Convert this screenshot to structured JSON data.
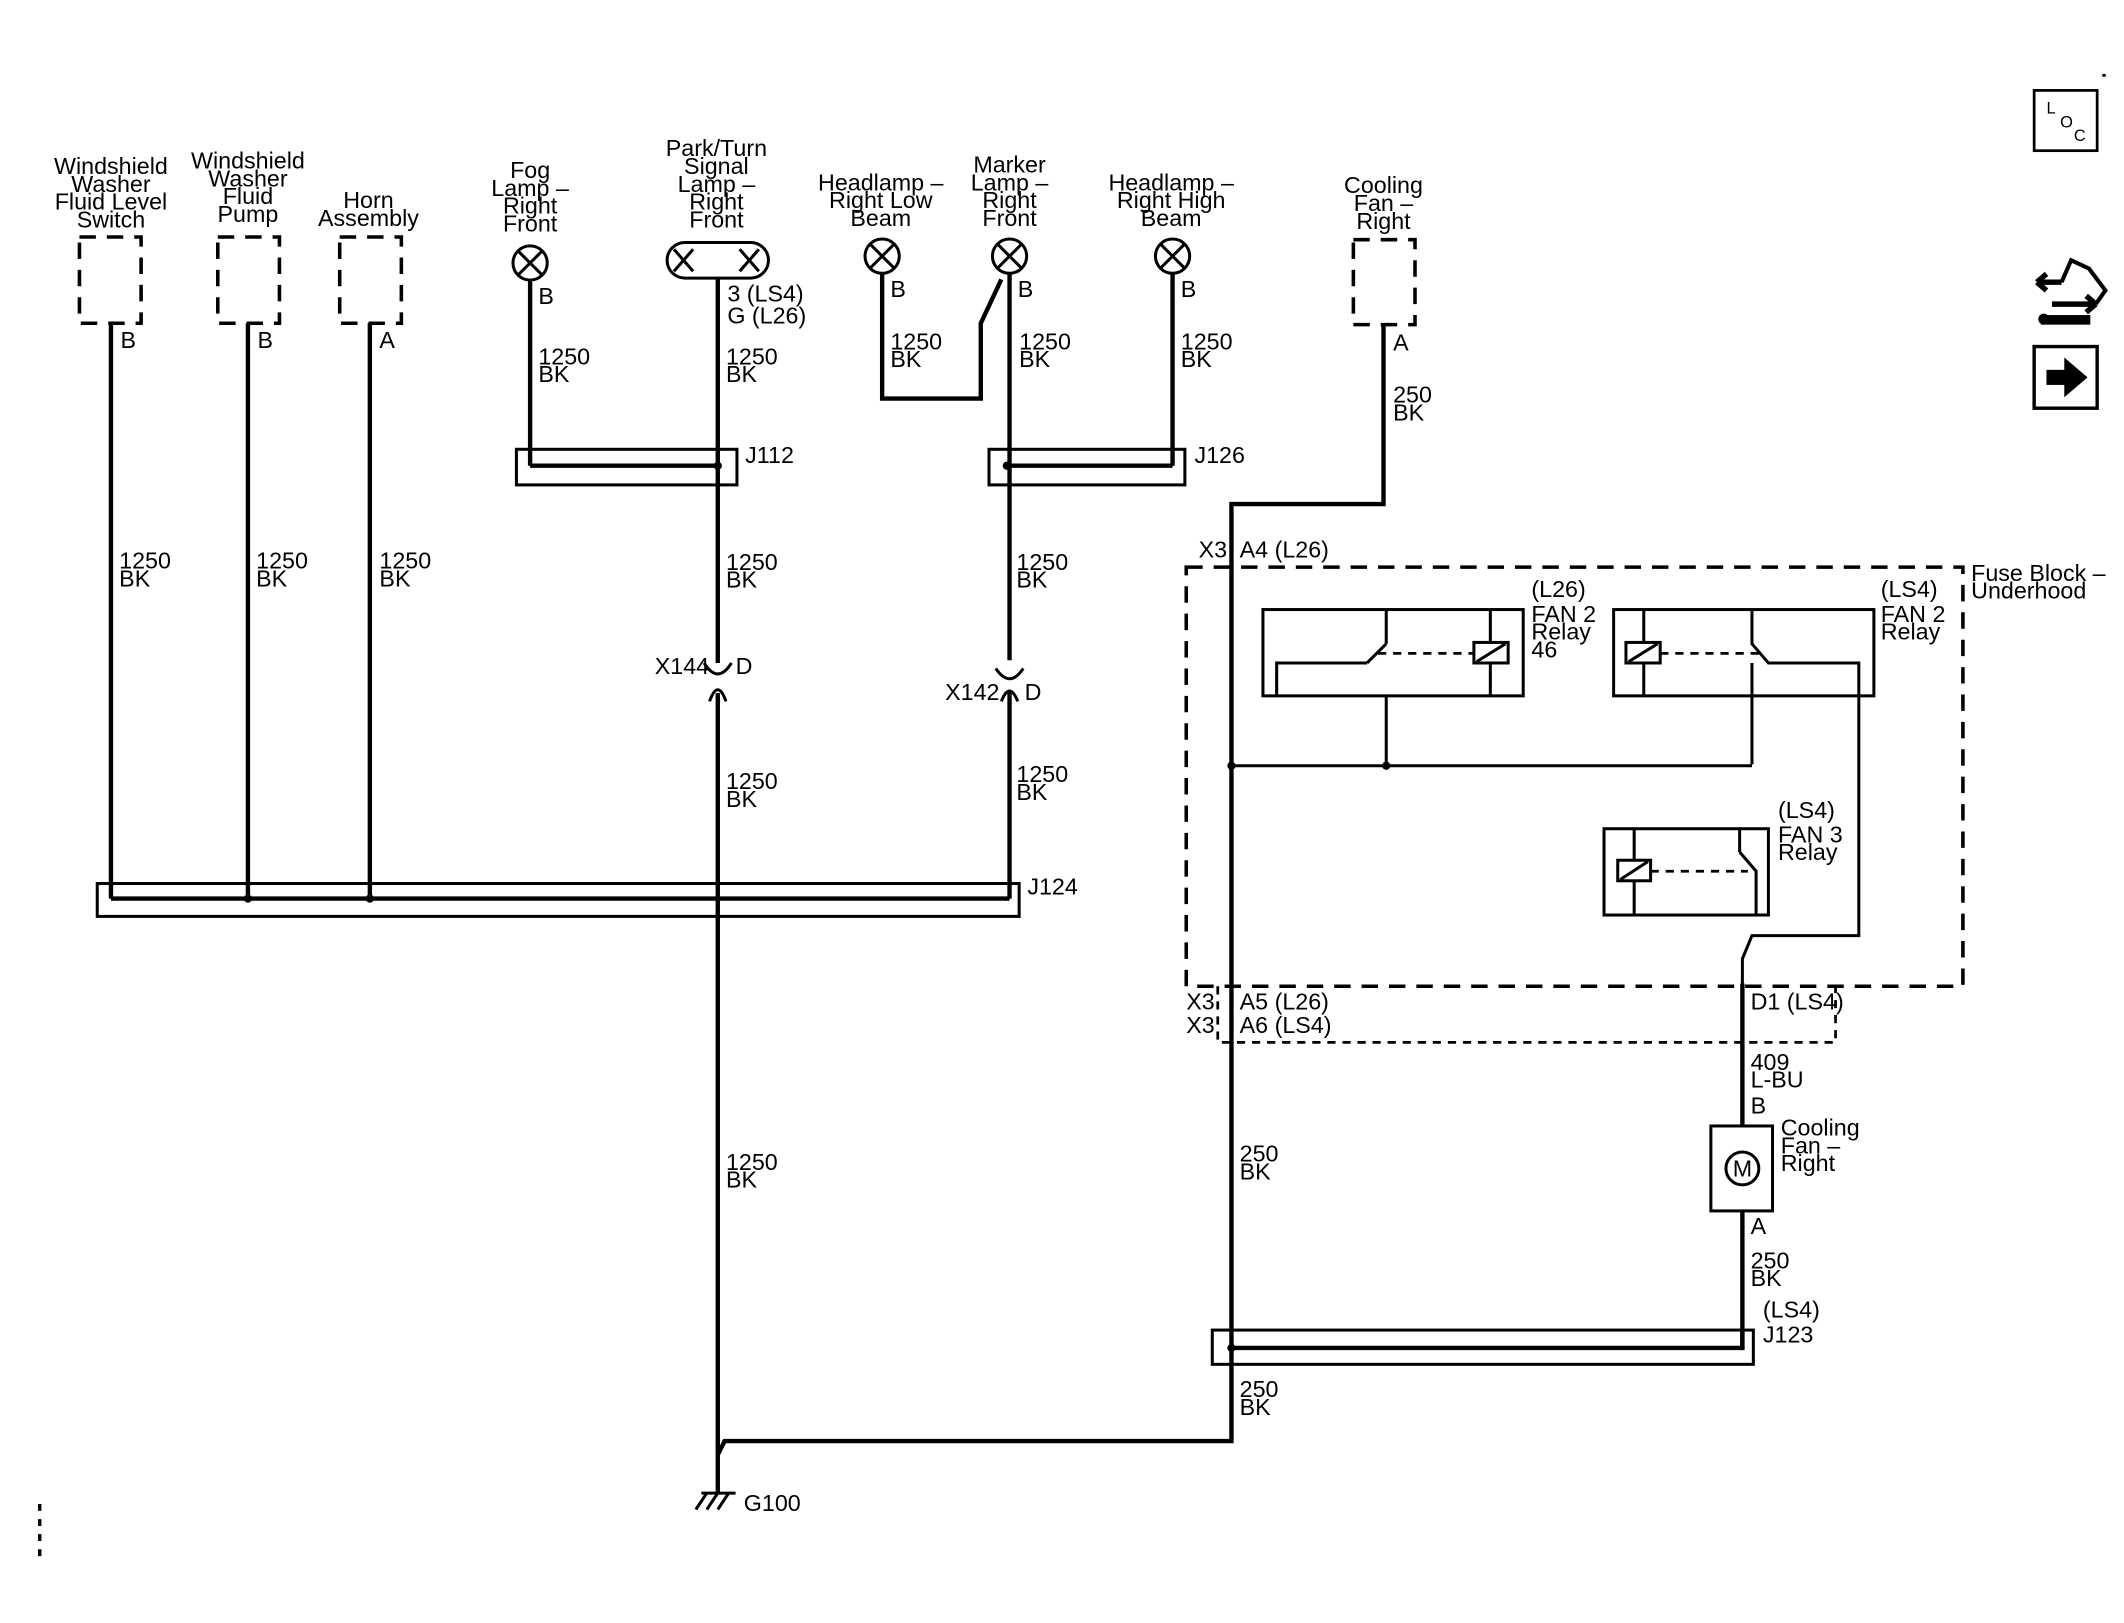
{
  "components": {
    "ws_level_switch": [
      "Windshield",
      "Washer",
      "Fluid Level",
      "Switch"
    ],
    "ws_pump": [
      "Windshield",
      "Washer",
      "Fluid",
      "Pump"
    ],
    "horn": [
      "Horn",
      "Assembly"
    ],
    "fog_lamp": [
      "Fog",
      "Lamp –",
      "Right",
      "Front"
    ],
    "park_turn": [
      "Park/Turn",
      "Signal",
      "Lamp –",
      "Right",
      "Front"
    ],
    "headlamp_low": [
      "Headlamp –",
      "Right Low",
      "Beam"
    ],
    "marker_lamp": [
      "Marker",
      "Lamp –",
      "Right",
      "Front"
    ],
    "headlamp_high": [
      "Headlamp –",
      "Right High",
      "Beam"
    ],
    "cooling_fan_conn": [
      "Cooling",
      "Fan –",
      "Right"
    ],
    "fuse_block": [
      "Fuse Block –",
      "Underhood"
    ],
    "fan2_relay_l26": [
      "(L26)",
      "FAN 2",
      "Relay",
      "46"
    ],
    "fan2_relay_ls4": [
      "(LS4)",
      "FAN 2",
      "Relay"
    ],
    "fan3_relay": [
      "(LS4)",
      "FAN 3",
      "Relay"
    ],
    "cooling_fan_motor": [
      "Cooling",
      "Fan –",
      "Right"
    ],
    "motor_symbol": "M"
  },
  "pins": {
    "ws_switch": "B",
    "ws_pump": "B",
    "horn": "A",
    "fog": "B",
    "park_turn": [
      "3 (LS4)",
      "G (L26)"
    ],
    "hl_low": "B",
    "marker": "B",
    "hl_high": "B",
    "fan_conn": "A",
    "x144": "D",
    "x142": "D",
    "motor_b": "B",
    "motor_a": "A"
  },
  "wires": {
    "c1250": "1250",
    "c250": "250",
    "c409": "409",
    "bk": "BK",
    "lbu": "L-BU"
  },
  "splices": {
    "j112": "J112",
    "j126": "J126",
    "j124": "J124",
    "j123": "J123",
    "j123_opt": "(LS4)"
  },
  "connectors": {
    "x144": "X144",
    "x142": "X142",
    "x3": "X3",
    "a4": "A4 (L26)",
    "a5": "A5 (L26)",
    "a6": "A6 (LS4)",
    "d1": "D1 (LS4)"
  },
  "ground": "G100",
  "nav": {
    "loc": [
      "L",
      "O",
      "C"
    ],
    "tools_icon": "tools-icon",
    "next_icon": "arrow-right-icon"
  }
}
